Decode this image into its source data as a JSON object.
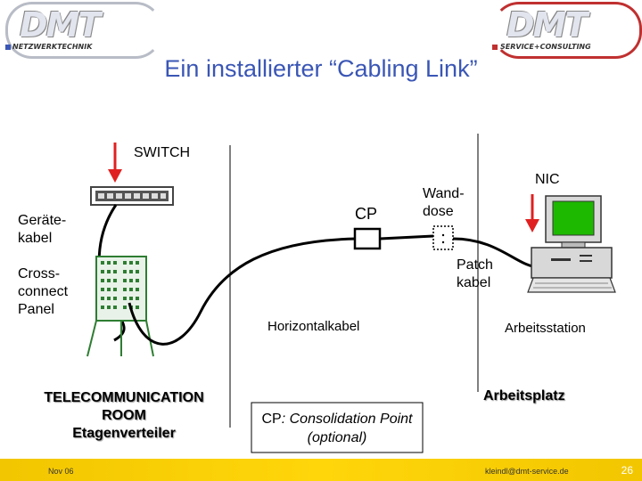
{
  "logos": {
    "left": {
      "brand": "DMT",
      "tagline": "NETZWERKTECHNIK"
    },
    "right": {
      "brand": "DMT",
      "tagline": "SERVICE+CONSULTING"
    }
  },
  "title": "Ein installierter “Cabling Link”",
  "labels": {
    "switch": "SWITCH",
    "geraete_line1": "Geräte-",
    "geraete_line2": "kabel",
    "cross_line1": "Cross-",
    "cross_line2": "connect",
    "cross_line3": "Panel",
    "cp": "CP",
    "wanddose_line1": "Wand-",
    "wanddose_line2": "dose",
    "nic": "NIC",
    "patch_line1": "Patch",
    "patch_line2": "kabel",
    "horizontalkabel": "Horizontalkabel",
    "arbeitsstation": "Arbeitsstation",
    "telecom_line1": "TELECOMMUNICATION",
    "telecom_line2": "ROOM",
    "telecom_line3": "Etagenverteiler",
    "arbeitsplatz": "Arbeitsplatz",
    "cp_note_bold": "CP",
    "cp_note_line1": ": Consolidation Point",
    "cp_note_line2": "(optional)"
  },
  "footer": {
    "date": "Nov 06",
    "email": "kleindl@dmt-service.de",
    "page": "26"
  },
  "colors": {
    "title": "#3a56b5",
    "arrow": "#e02020",
    "footer": "#f5c800",
    "rack": "#2e7d32"
  }
}
